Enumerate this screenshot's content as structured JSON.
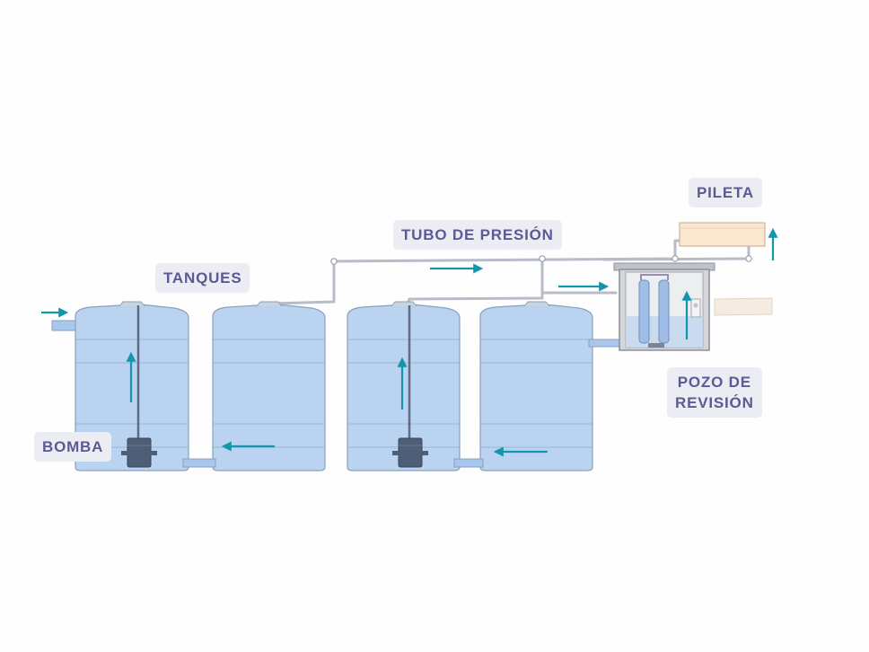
{
  "labels": {
    "pileta": "PILETA",
    "tubo": "TUBO DE PRESIÓN",
    "tanques": "TANQUES",
    "bomba": "BOMBA",
    "pozo_line1": "POZO DE",
    "pozo_line2": "REVISIÓN"
  },
  "colors": {
    "tank_fill": "#b9d3f0",
    "tank_outline": "#8aa0bc",
    "arrow": "#1296ac",
    "label_bg": "#ecedf2",
    "label_text": "#5e5894",
    "pipe": "#b7bcc8",
    "pool": "#fbe6cf",
    "chamber": "#d4d6da"
  }
}
